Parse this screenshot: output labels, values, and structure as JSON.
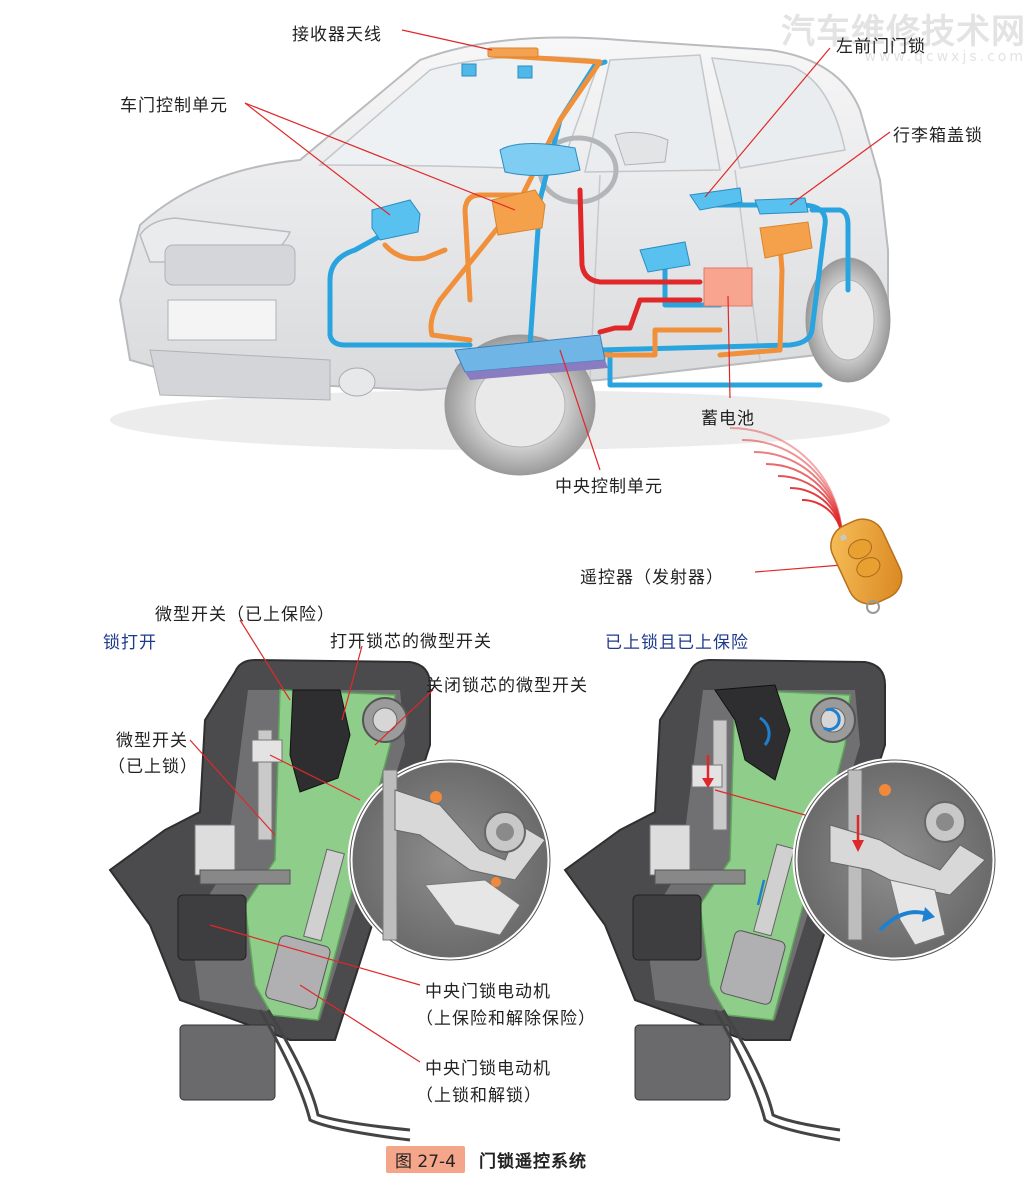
{
  "watermark": {
    "title": "汽车维修技术网",
    "url": "www.qcwxjs.com"
  },
  "labels": {
    "receiver_antenna": "接收器天线",
    "door_control_unit": "车门控制单元",
    "left_front_door_lock": "左前门门锁",
    "trunk_lid_lock": "行李箱盖锁",
    "battery": "蓄电池",
    "central_control_unit": "中央控制单元",
    "remote": "遥控器（发射器）",
    "micro_switch_safe": "微型开关（已上保险）",
    "micro_switch_open_core": "打开锁芯的微型开关",
    "micro_switch_close_core": "关闭锁芯的微型开关",
    "micro_switch_locked_1": "微型开关",
    "micro_switch_locked_2": "（已上锁）",
    "motor_safe_1": "中央门锁电动机",
    "motor_safe_2": "（上保险和解除保险）",
    "motor_lock_1": "中央门锁电动机",
    "motor_lock_2": "（上锁和解锁）"
  },
  "states": {
    "unlocked": "锁打开",
    "locked_safe": "已上锁且已上保险"
  },
  "caption": {
    "tag": "图 27-4",
    "title": "门锁遥控系统"
  },
  "colors": {
    "wire_blue": "#2aa4de",
    "wire_orange": "#f0903a",
    "wire_red": "#e0282a",
    "battery_fill": "#f7a58f",
    "state_label": "#1e3a8a",
    "pcb_green": "#8fce8a",
    "caption_tag": "#f4a58a"
  }
}
